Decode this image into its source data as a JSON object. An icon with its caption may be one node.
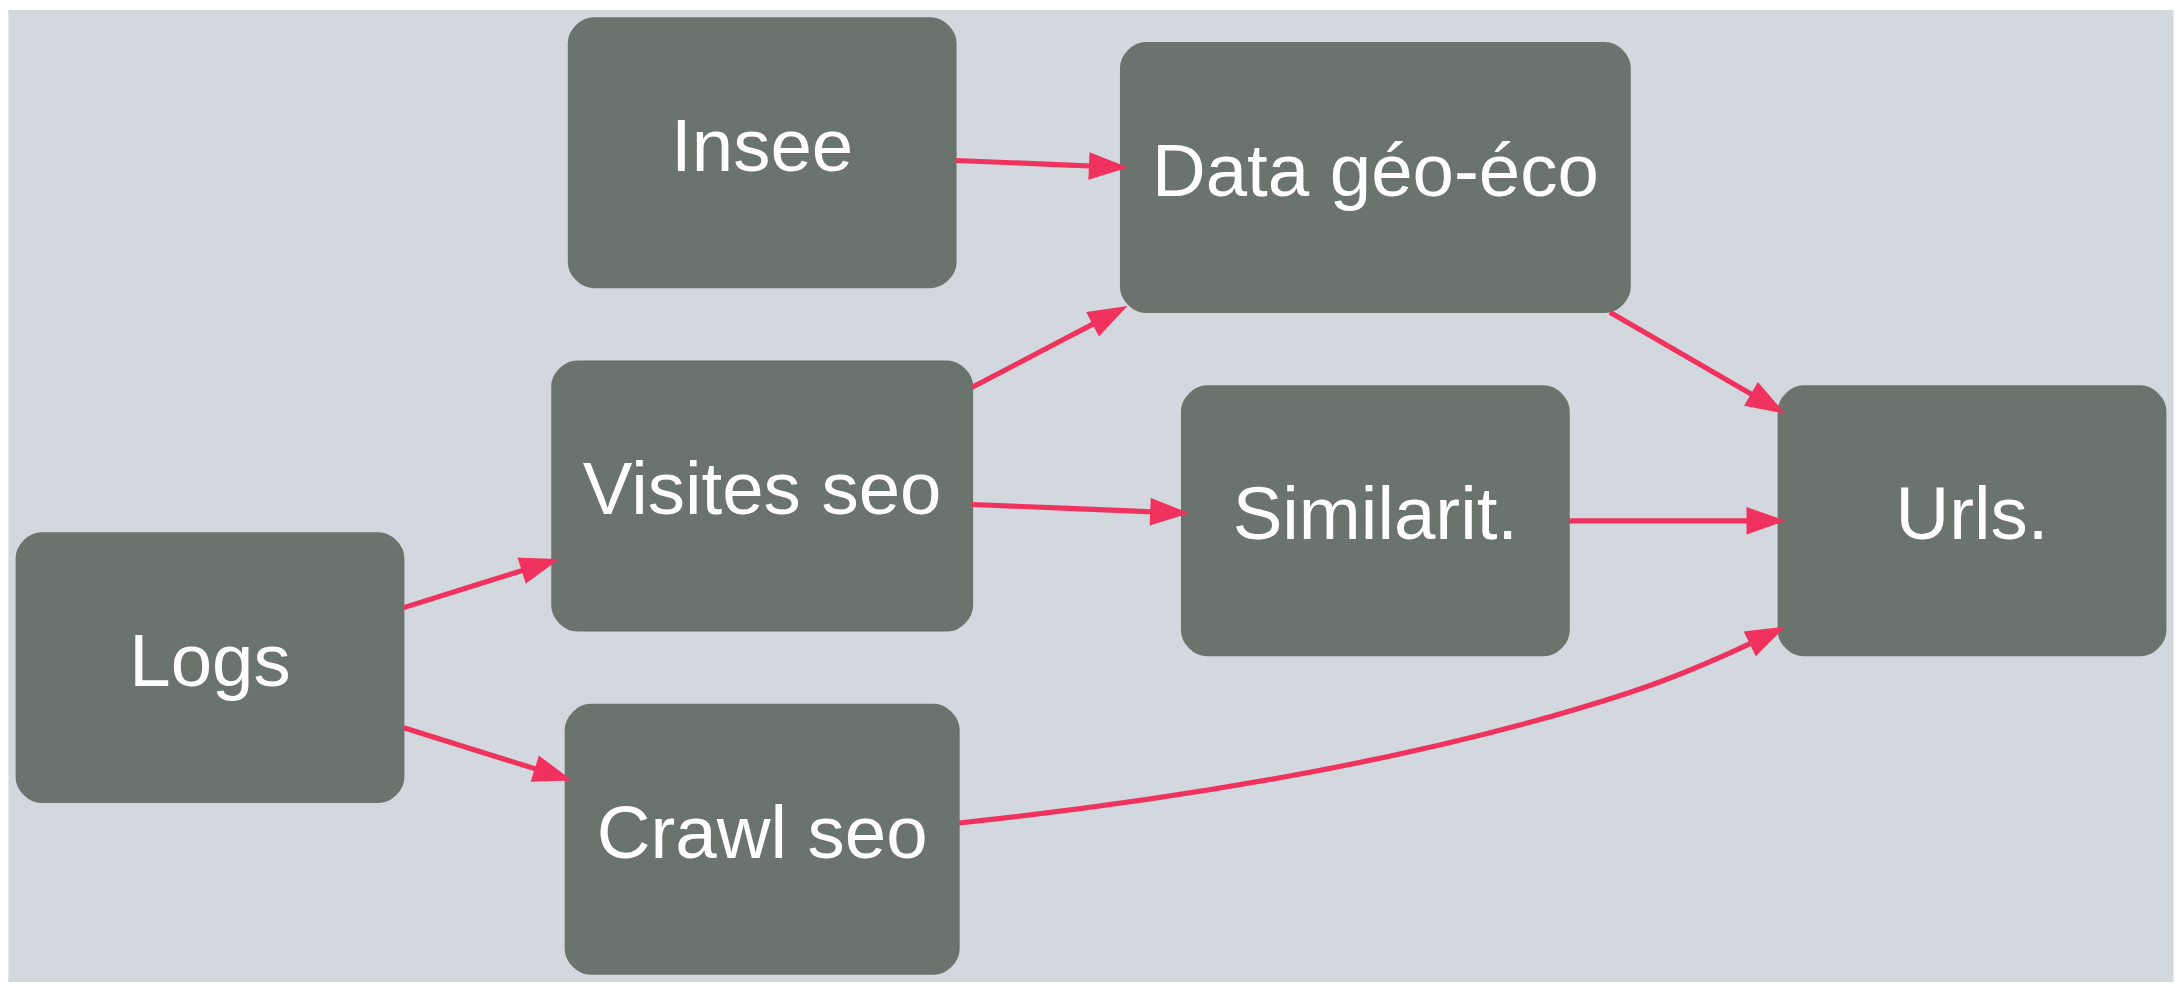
{
  "diagram": {
    "nodes": [
      {
        "text": [
          "Insee"
        ]
      },
      {
        "text": [
          "Data géo-éco"
        ]
      },
      {
        "text": [
          "Logs"
        ]
      },
      {
        "text": [
          "Visites seo"
        ]
      },
      {
        "text": [
          "Similarit."
        ]
      },
      {
        "text": [
          "Urls."
        ]
      },
      {
        "text": [
          "Crawl seo"
        ]
      }
    ],
    "edges": [
      {
        "from": 0,
        "to": 1,
        "arrow": "to"
      },
      {
        "from": 3,
        "to": 1,
        "arrow": "to"
      },
      {
        "from": 1,
        "to": 5,
        "arrow": "to"
      },
      {
        "from": 2,
        "to": 3,
        "arrow": "to"
      },
      {
        "from": 3,
        "to": 4,
        "arrow": "to"
      },
      {
        "from": 4,
        "to": 5,
        "arrow": "to"
      },
      {
        "from": 2,
        "to": 6,
        "arrow": "to"
      },
      {
        "from": 6,
        "to": 5,
        "arrow": "to"
      }
    ]
  }
}
